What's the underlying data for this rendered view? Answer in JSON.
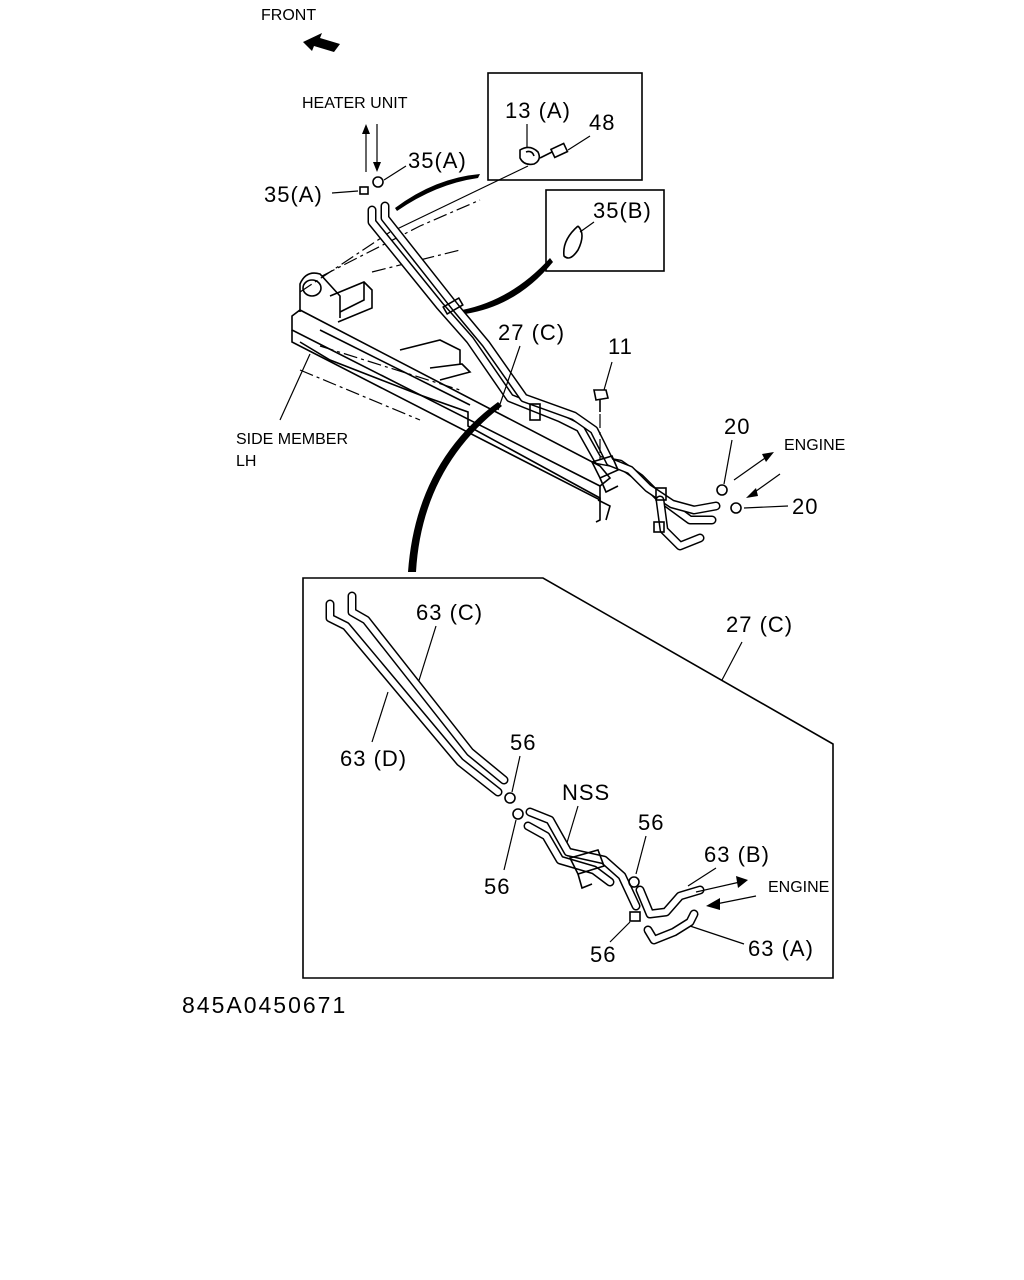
{
  "direction": {
    "front": "FRONT",
    "heater_unit": "HEATER UNIT",
    "engine_top": "ENGINE",
    "engine_detail": "ENGINE"
  },
  "frame": {
    "side_member_line1": "SIDE MEMBER",
    "side_member_line2": "LH"
  },
  "callouts": {
    "part_13a": "13 (A)",
    "part_48": "48",
    "part_35a_right": "35(A)",
    "part_35a_left": "35(A)",
    "part_35b": "35(B)",
    "part_27c_top": "27 (C)",
    "part_11": "11",
    "part_20_top": "20",
    "part_20_bottom": "20",
    "part_63c": "63 (C)",
    "part_27c_detail": "27 (C)",
    "part_63d": "63 (D)",
    "part_56_a": "56",
    "part_56_b": "56",
    "part_56_c": "56",
    "part_56_d": "56",
    "nss": "NSS",
    "part_63b": "63 (B)",
    "part_63a": "63 (A)"
  },
  "diagram_code": "845A0450671"
}
